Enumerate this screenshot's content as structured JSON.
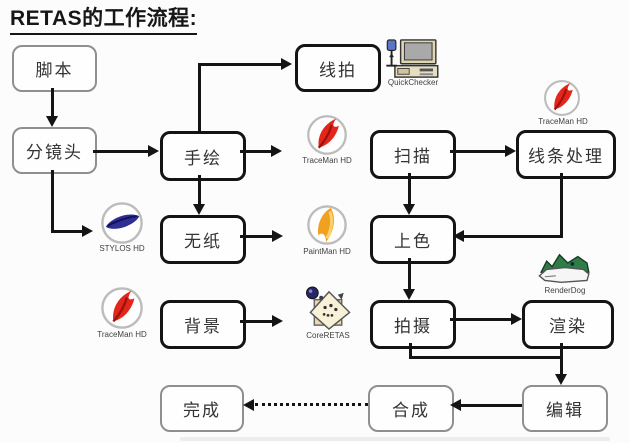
{
  "title": "RETAS的工作流程:",
  "nodes": {
    "script": "脚本",
    "storyboard": "分镜头",
    "hand_drawn": "手绘",
    "line_test": "线拍",
    "paperless": "无纸",
    "background": "背景",
    "scan": "扫描",
    "coloring": "上色",
    "shooting": "拍摄",
    "line_processing": "线条处理",
    "rendering": "渲染",
    "editing": "编辑",
    "compositing": "合成",
    "finished": "完成"
  },
  "icons": {
    "quickchecker": "QuickChecker",
    "traceman": "TraceMan HD",
    "stylos": "STYLOS HD",
    "paintman": "PaintMan HD",
    "coreretas": "CoreRETAS",
    "renderdog": "RenderDog"
  },
  "edges": [
    {
      "from": "脚本",
      "to": "分镜头",
      "style": "solid"
    },
    {
      "from": "分镜头",
      "to": "手绘",
      "style": "solid"
    },
    {
      "from": "分镜头",
      "to": "无纸",
      "style": "solid"
    },
    {
      "from": "手绘",
      "to": "线拍",
      "style": "solid"
    },
    {
      "from": "手绘",
      "to": "扫描",
      "style": "solid"
    },
    {
      "from": "手绘",
      "to": "无纸",
      "style": "solid"
    },
    {
      "from": "无纸",
      "to": "上色",
      "style": "solid"
    },
    {
      "from": "扫描",
      "to": "线条处理",
      "style": "solid"
    },
    {
      "from": "扫描",
      "to": "上色",
      "style": "solid"
    },
    {
      "from": "线条处理",
      "to": "上色",
      "style": "solid"
    },
    {
      "from": "上色",
      "to": "拍摄",
      "style": "solid"
    },
    {
      "from": "背景",
      "to": "拍摄",
      "style": "solid"
    },
    {
      "from": "拍摄",
      "to": "渲染",
      "style": "solid"
    },
    {
      "from": "拍摄",
      "to": "编辑",
      "style": "solid"
    },
    {
      "from": "渲染",
      "to": "编辑",
      "style": "solid"
    },
    {
      "from": "编辑",
      "to": "合成",
      "style": "solid"
    },
    {
      "from": "合成",
      "to": "完成",
      "style": "dotted"
    }
  ],
  "colors": {
    "line": "#141414",
    "box_border_strong": "#141414",
    "box_border_light": "#8f8f8f",
    "traceman_red": "#e3251b",
    "stylos_blue": "#2f2f93",
    "paintman_orange": "#f2a01f",
    "renderdog_green": "#2e7d46",
    "coreretas_tan": "#ecd9ac"
  }
}
